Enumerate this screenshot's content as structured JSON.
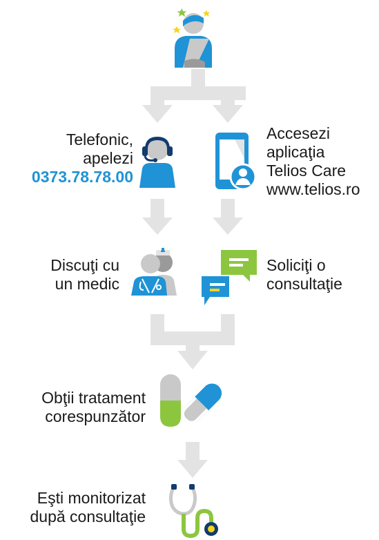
{
  "colors": {
    "blue": "#1f93d6",
    "arrow_gray": "#e3e3e3",
    "gray": "#c9c9c9",
    "green": "#8cc63f",
    "dark_gray": "#9a9a9a",
    "navy": "#123b6e",
    "yellow": "#f5d51a"
  },
  "steps": {
    "phone": {
      "line1": "Telefonic,",
      "line2": "apelezi",
      "number": "0373.78.78.00"
    },
    "app": {
      "line1": "Accesezi",
      "line2": "aplicaţia",
      "line3": "Telios Care",
      "line4": "www.telios.ro"
    },
    "doctor": {
      "line1": "Discuţi cu",
      "line2": "un medic"
    },
    "consult": {
      "line1": "Soliciţi o",
      "line2": "consultaţie"
    },
    "treatment": {
      "line1": "Obţii tratament",
      "line2": "corespunzător"
    },
    "monitor": {
      "line1": "Eşti monitorizat",
      "line2": "după consultaţie"
    }
  },
  "icons": {
    "patient": "injured-patient-icon",
    "headset": "call-center-operator-icon",
    "mobile": "mobile-app-icon",
    "doctors": "doctor-and-nurse-icon",
    "chat": "chat-bubbles-icon",
    "pills": "pills-icon",
    "stethoscope": "stethoscope-icon"
  }
}
